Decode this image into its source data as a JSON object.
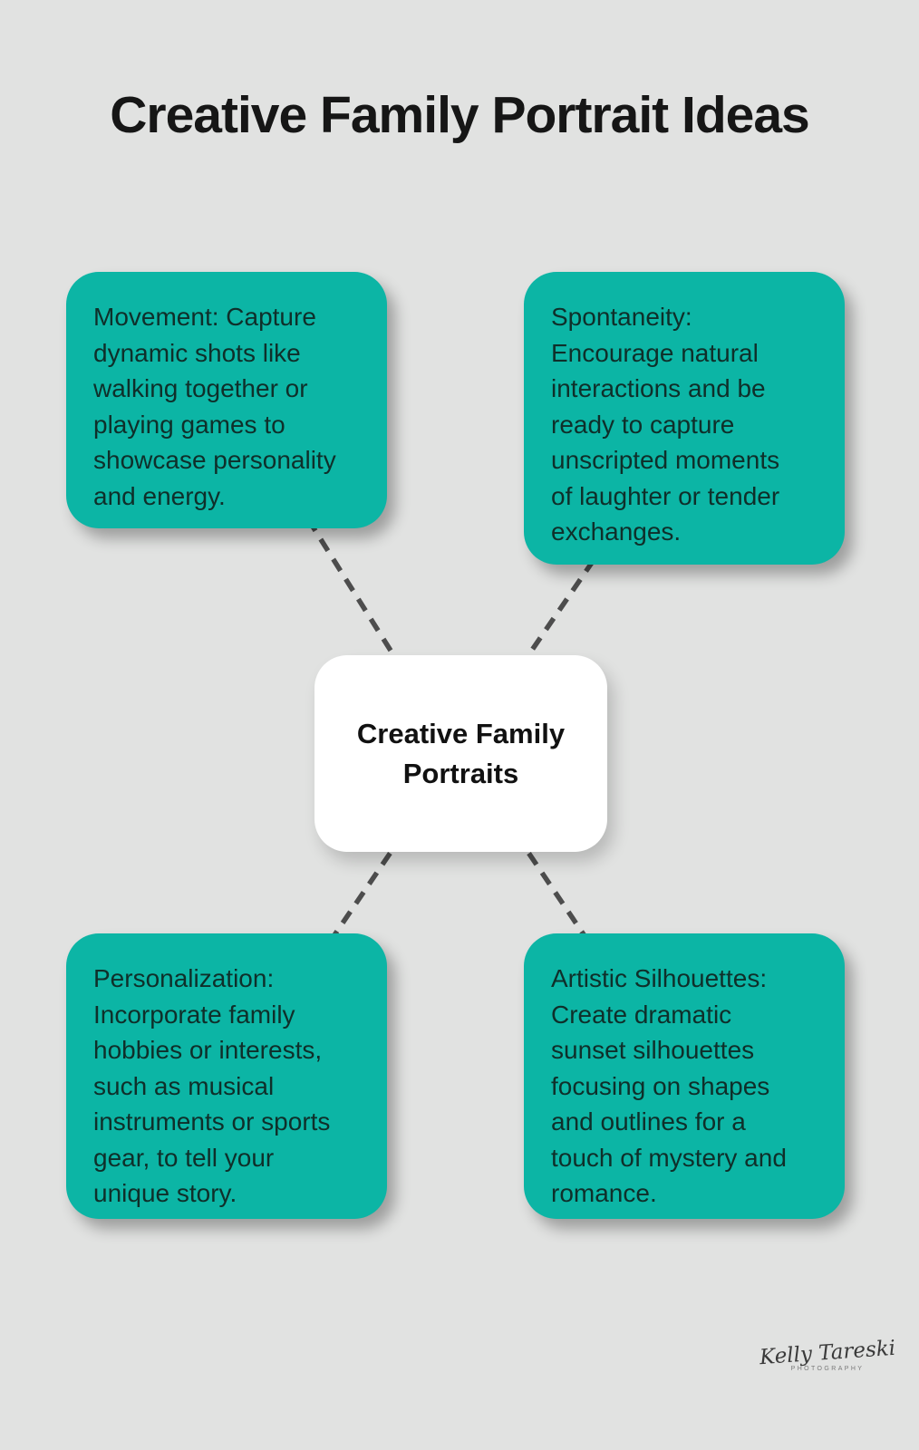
{
  "page": {
    "title": "Creative Family Portrait Ideas"
  },
  "center": {
    "label": "Creative Family\nPortraits"
  },
  "nodes": [
    {
      "id": "movement",
      "text": "Movement: Capture\ndynamic shots like\nwalking together or\nplaying games to\nshowcase personality\nand energy."
    },
    {
      "id": "spontaneity",
      "text": "Spontaneity:\nEncourage natural\ninteractions and be\nready to capture\nunscripted moments\nof laughter or tender\nexchanges."
    },
    {
      "id": "personalization",
      "text": "Personalization:\nIncorporate family\nhobbies or interests,\nsuch as musical\ninstruments or sports\ngear, to tell your\nunique story."
    },
    {
      "id": "artistic-silhouettes",
      "text": "Artistic Silhouettes:\nCreate dramatic\nsunset silhouettes\nfocusing on shapes\nand outlines for a\ntouch of mystery and\nromance."
    }
  ],
  "signature": {
    "name": "Kelly Tareski",
    "subtitle": "PHOTOGRAPHY"
  },
  "colors": {
    "background": "#e1e2e1",
    "title_color": "#161616",
    "node_fill": "#0cb5a5",
    "node_text": "#0f2f2a",
    "center_fill": "#ffffff",
    "line": "#4d4d4d"
  }
}
